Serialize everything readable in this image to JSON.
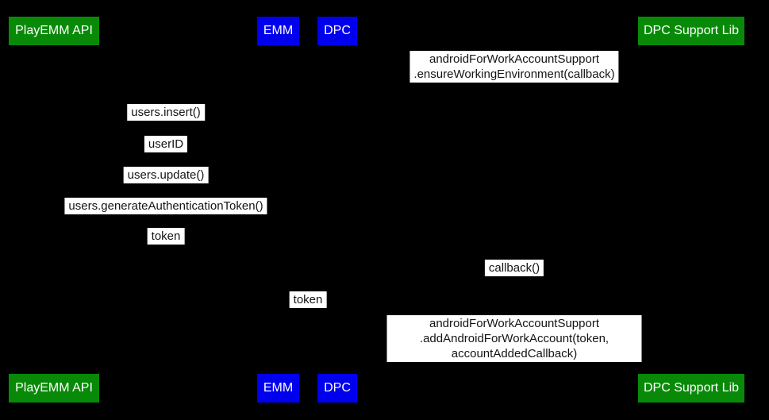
{
  "diagram": {
    "type": "sequence",
    "background": "#000000",
    "colors": {
      "actor_green": "#088A08",
      "actor_blue": "#0000EE",
      "actor_text": "#FFFFFF",
      "message_bg": "#FFFFFF",
      "message_text": "#141414"
    },
    "actors": [
      {
        "label": "PlayEMM API",
        "color": "#088A08"
      },
      {
        "label": "EMM",
        "color": "#0000EE"
      },
      {
        "label": "DPC",
        "color": "#0000EE"
      },
      {
        "label": "DPC Support Lib",
        "color": "#088A08"
      }
    ],
    "messages": [
      {
        "from": "DPC",
        "to": "DPC Support Lib",
        "text": "androidForWorkAccountSupport\n.ensureWorkingEnvironment(callback)"
      },
      {
        "from": "PlayEMM API",
        "to": "EMM",
        "text": "users.insert()"
      },
      {
        "from": "PlayEMM API",
        "to": "EMM",
        "text": "userID"
      },
      {
        "from": "PlayEMM API",
        "to": "EMM",
        "text": "users.update()"
      },
      {
        "from": "PlayEMM API",
        "to": "EMM",
        "text": "users.generateAuthenticationToken()"
      },
      {
        "from": "PlayEMM API",
        "to": "EMM",
        "text": "token"
      },
      {
        "from": "DPC Support Lib",
        "to": "DPC",
        "text": "callback()"
      },
      {
        "from": "EMM",
        "to": "DPC",
        "text": "token"
      },
      {
        "from": "DPC",
        "to": "DPC Support Lib",
        "text": "androidForWorkAccountSupport\n.addAndroidForWorkAccount(token, accountAddedCallback)"
      }
    ]
  }
}
